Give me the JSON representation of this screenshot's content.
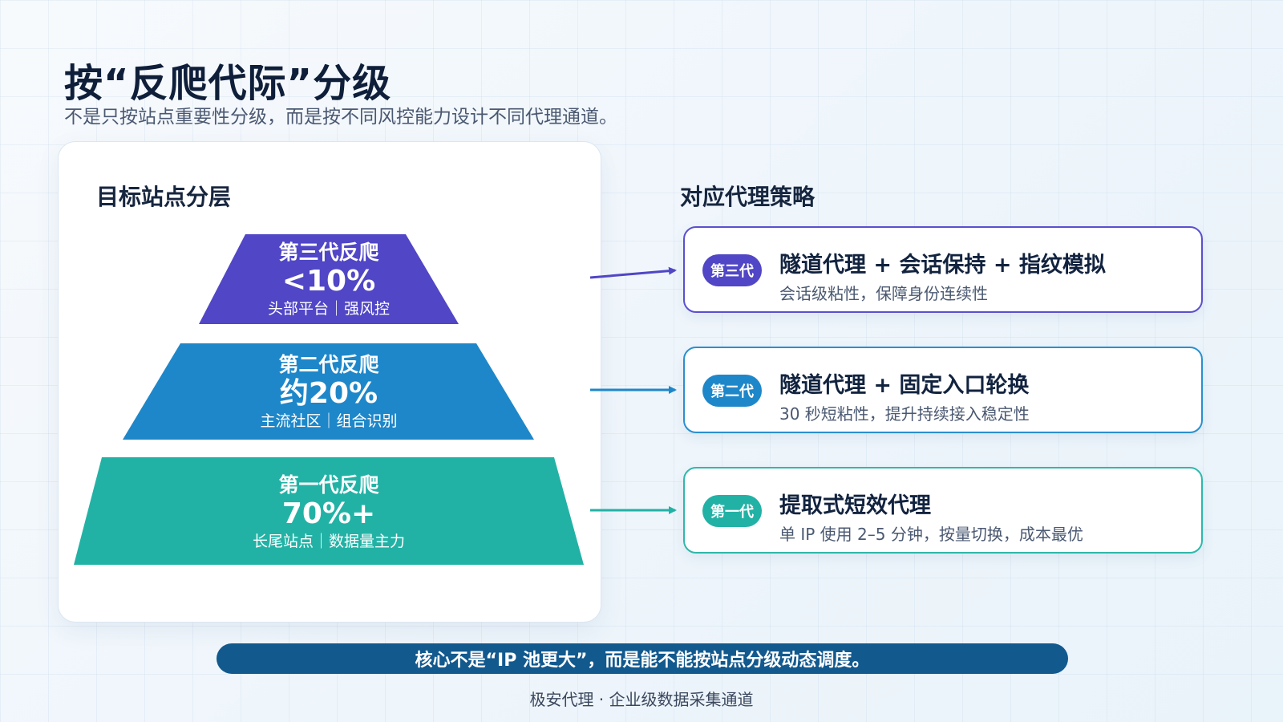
{
  "header": {
    "title": "按“反爬代际”分级",
    "subtitle": "不是只按站点重要性分级，而是按不同风控能力设计不同代理通道。"
  },
  "left_panel": {
    "title": "目标站点分层",
    "tiers": [
      {
        "generation": "第三代反爬",
        "share": "<10%",
        "description": "头部平台｜强风控",
        "color": "#5046c6"
      },
      {
        "generation": "第二代反爬",
        "share": "约20%",
        "description": "主流社区｜组合识别",
        "color": "#1e87c9"
      },
      {
        "generation": "第一代反爬",
        "share": "70%+",
        "description": "长尾站点｜数据量主力",
        "color": "#22b2a5"
      }
    ]
  },
  "right_panel": {
    "title": "对应代理策略",
    "strategies": [
      {
        "badge": "第三代",
        "title": "隧道代理 + 会话保持 + 指纹模拟",
        "description": "会话级粘性，保障身份连续性",
        "color": "#5046c6"
      },
      {
        "badge": "第二代",
        "title": "隧道代理 + 固定入口轮换",
        "description": "30 秒短粘性，提升持续接入稳定性",
        "color": "#1e87c9"
      },
      {
        "badge": "第一代",
        "title": "提取式短效代理",
        "description": "单 IP 使用 2–5 分钟，按量切换，成本最优",
        "color": "#22b2a5"
      }
    ]
  },
  "core_message": "核心不是“IP 池更大”，而是能不能按站点分级动态调度。",
  "footer": "极安代理 · 企业级数据采集通道"
}
